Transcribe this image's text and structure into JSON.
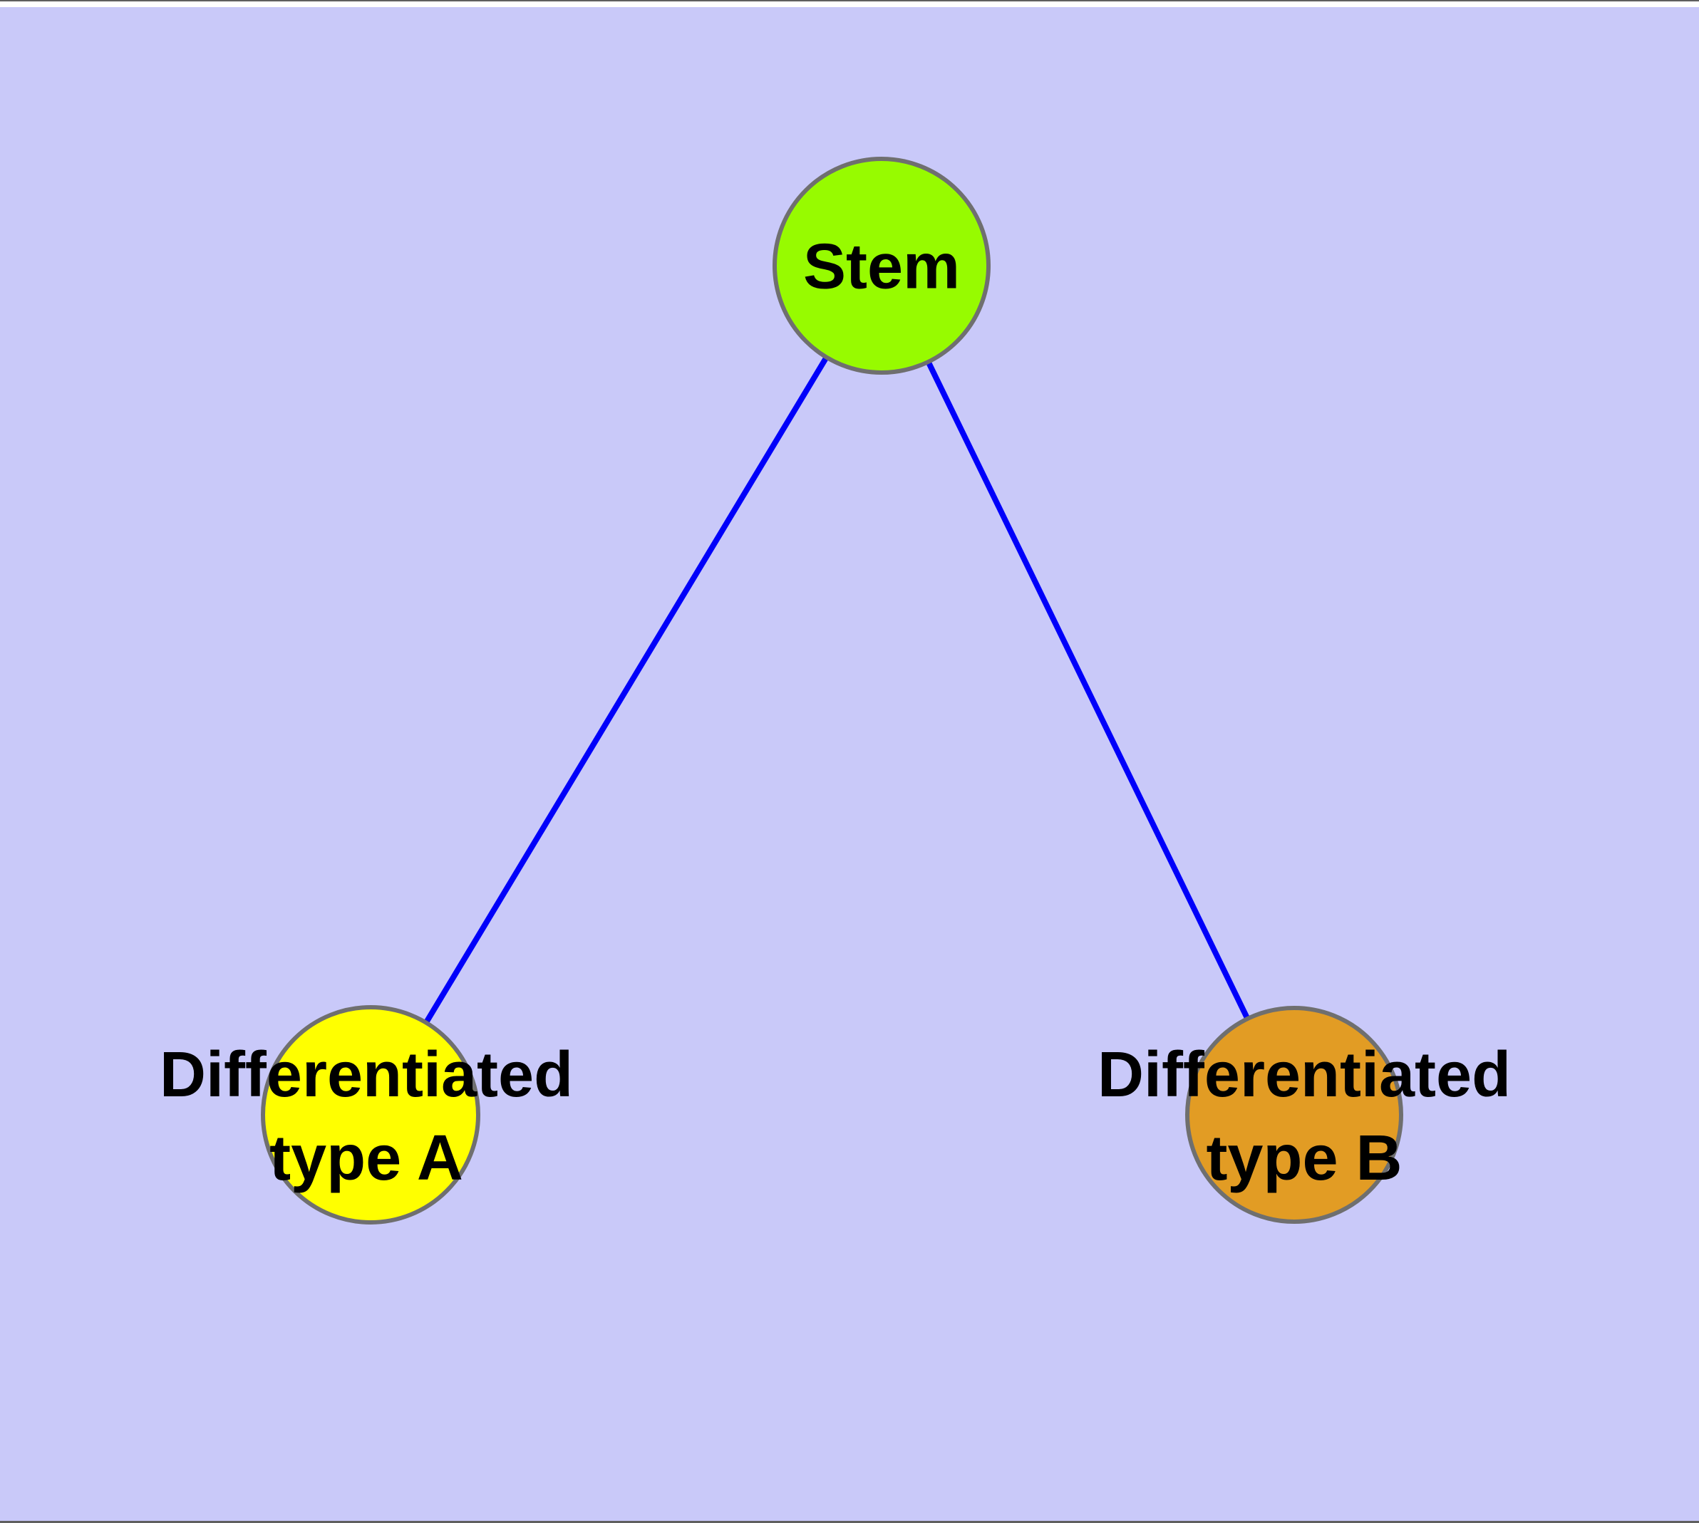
{
  "diagram": {
    "type": "graph",
    "description": "Stem cell differentiation tree: one root node connected to two differentiated cell-type nodes",
    "nodes": [
      {
        "id": "stem",
        "label": "Stem"
      },
      {
        "id": "type-a",
        "label": "Differentiated\ntype A"
      },
      {
        "id": "type-b",
        "label": "Differentiated\ntype B"
      }
    ],
    "edges": [
      {
        "from": "stem",
        "to": "type-a"
      },
      {
        "from": "stem",
        "to": "type-b"
      }
    ]
  },
  "colors": {
    "background": "#c9c9f9",
    "node-stem-fill": "#97fb00",
    "node-type-a-fill": "#ffff00",
    "node-type-b-fill": "#e29c24",
    "node-stroke": "#6f6f6f",
    "edge": "#0000fa",
    "label-text": "#000000",
    "frame-line": "#5f5f5f",
    "frame-strip": "#ffffff"
  }
}
